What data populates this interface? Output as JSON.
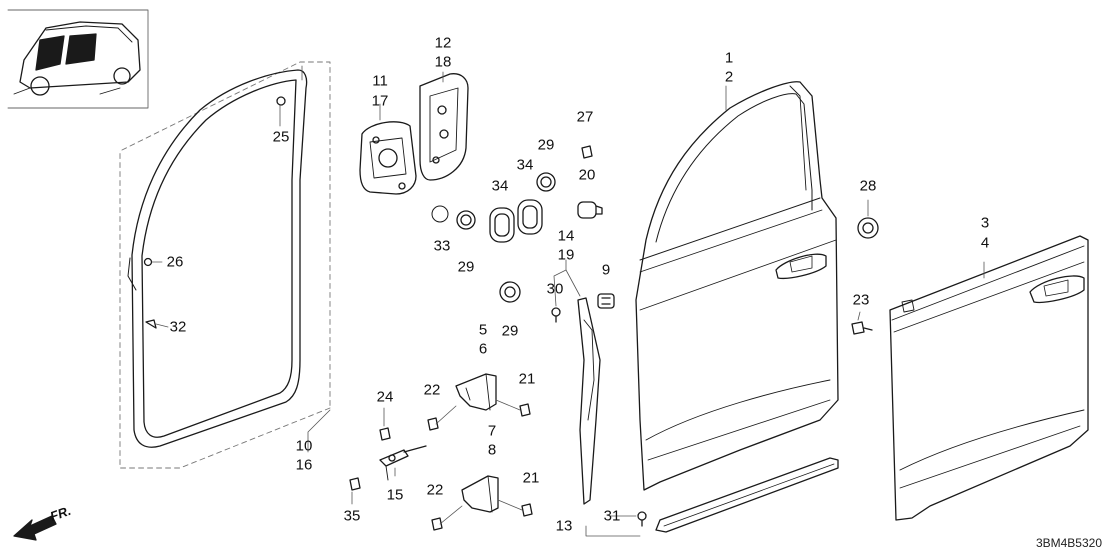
{
  "diagram": {
    "diagram_code": "3BM4B5320",
    "direction_label": "FR.",
    "callouts": [
      {
        "id": "p1",
        "text": "1"
      },
      {
        "id": "p2",
        "text": "2"
      },
      {
        "id": "p3",
        "text": "3"
      },
      {
        "id": "p4",
        "text": "4"
      },
      {
        "id": "p5",
        "text": "5"
      },
      {
        "id": "p6",
        "text": "6"
      },
      {
        "id": "p7",
        "text": "7"
      },
      {
        "id": "p8",
        "text": "8"
      },
      {
        "id": "p9",
        "text": "9"
      },
      {
        "id": "p10",
        "text": "10"
      },
      {
        "id": "p11",
        "text": "11"
      },
      {
        "id": "p12",
        "text": "12"
      },
      {
        "id": "p13",
        "text": "13"
      },
      {
        "id": "p14",
        "text": "14"
      },
      {
        "id": "p15",
        "text": "15"
      },
      {
        "id": "p16",
        "text": "16"
      },
      {
        "id": "p17",
        "text": "17"
      },
      {
        "id": "p18",
        "text": "18"
      },
      {
        "id": "p19",
        "text": "19"
      },
      {
        "id": "p20",
        "text": "20"
      },
      {
        "id": "p21a",
        "text": "21"
      },
      {
        "id": "p21b",
        "text": "21"
      },
      {
        "id": "p22a",
        "text": "22"
      },
      {
        "id": "p22b",
        "text": "22"
      },
      {
        "id": "p23",
        "text": "23"
      },
      {
        "id": "p24",
        "text": "24"
      },
      {
        "id": "p25",
        "text": "25"
      },
      {
        "id": "p26",
        "text": "26"
      },
      {
        "id": "p27",
        "text": "27"
      },
      {
        "id": "p28",
        "text": "28"
      },
      {
        "id": "p29a",
        "text": "29"
      },
      {
        "id": "p29b",
        "text": "29"
      },
      {
        "id": "p29c",
        "text": "29"
      },
      {
        "id": "p30",
        "text": "30"
      },
      {
        "id": "p31",
        "text": "31"
      },
      {
        "id": "p32",
        "text": "32"
      },
      {
        "id": "p33",
        "text": "33"
      },
      {
        "id": "p34a",
        "text": "34"
      },
      {
        "id": "p34b",
        "text": "34"
      },
      {
        "id": "p35",
        "text": "35"
      }
    ]
  },
  "colors": {
    "line": "#1a1a1a",
    "leader": "#555555",
    "highlight": "#1a1a1a"
  }
}
